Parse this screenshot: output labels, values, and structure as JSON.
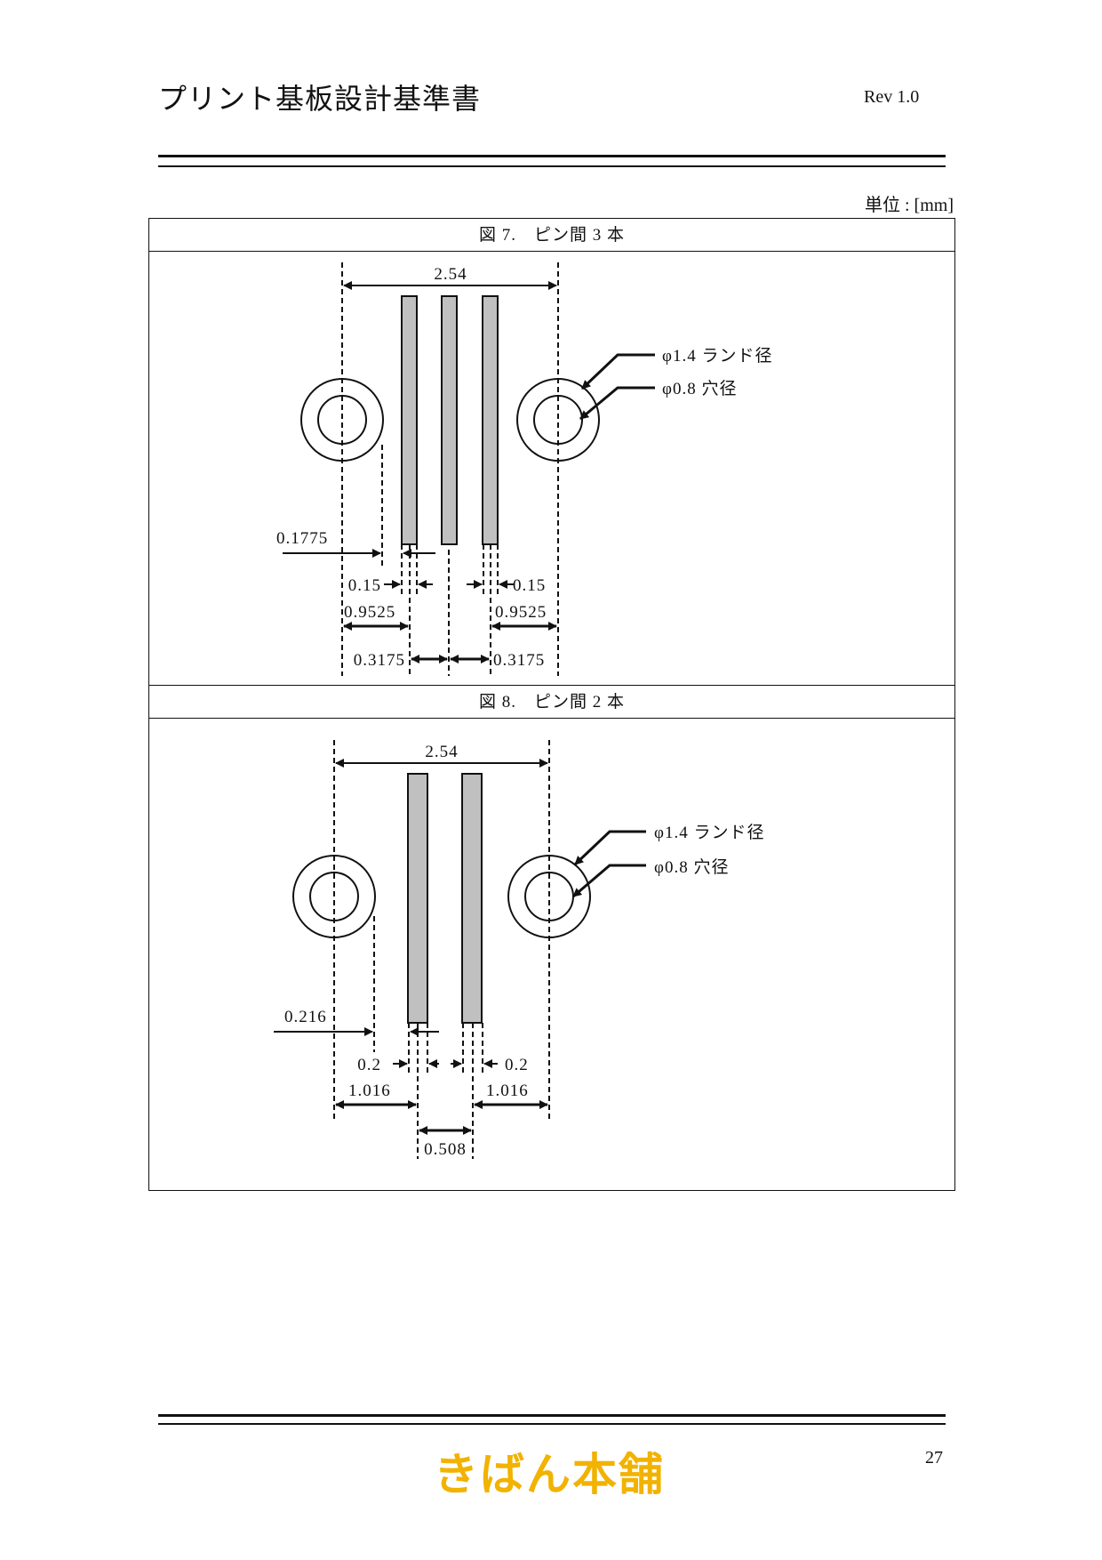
{
  "header": {
    "title": "プリント基板設計基準書",
    "revision": "Rev 1.0"
  },
  "unit_label": "単位 : [mm]",
  "figure7": {
    "caption": "図 7.　ピン間 3 本",
    "pitch": "2.54",
    "land_label": "φ1.4 ランド径",
    "hole_label": "φ0.8 穴径",
    "edge_gap": "0.1775",
    "trace_width_left": "0.15",
    "trace_width_right": "0.15",
    "side_left": "0.9525",
    "side_right": "0.9525",
    "center_left": "0.3175",
    "center_right": "0.3175"
  },
  "figure8": {
    "caption": "図 8.　ピン間 2 本",
    "pitch": "2.54",
    "land_label": "φ1.4 ランド径",
    "hole_label": "φ0.8 穴径",
    "edge_gap": "0.216",
    "trace_width_left": "0.2",
    "trace_width_right": "0.2",
    "side_left": "1.016",
    "side_right": "1.016",
    "center": "0.508"
  },
  "footer": {
    "logo_text": "きばん本舗",
    "page_number": "27"
  },
  "colors": {
    "trace_fill": "#c0c0c0",
    "logo": "#f2b200"
  }
}
